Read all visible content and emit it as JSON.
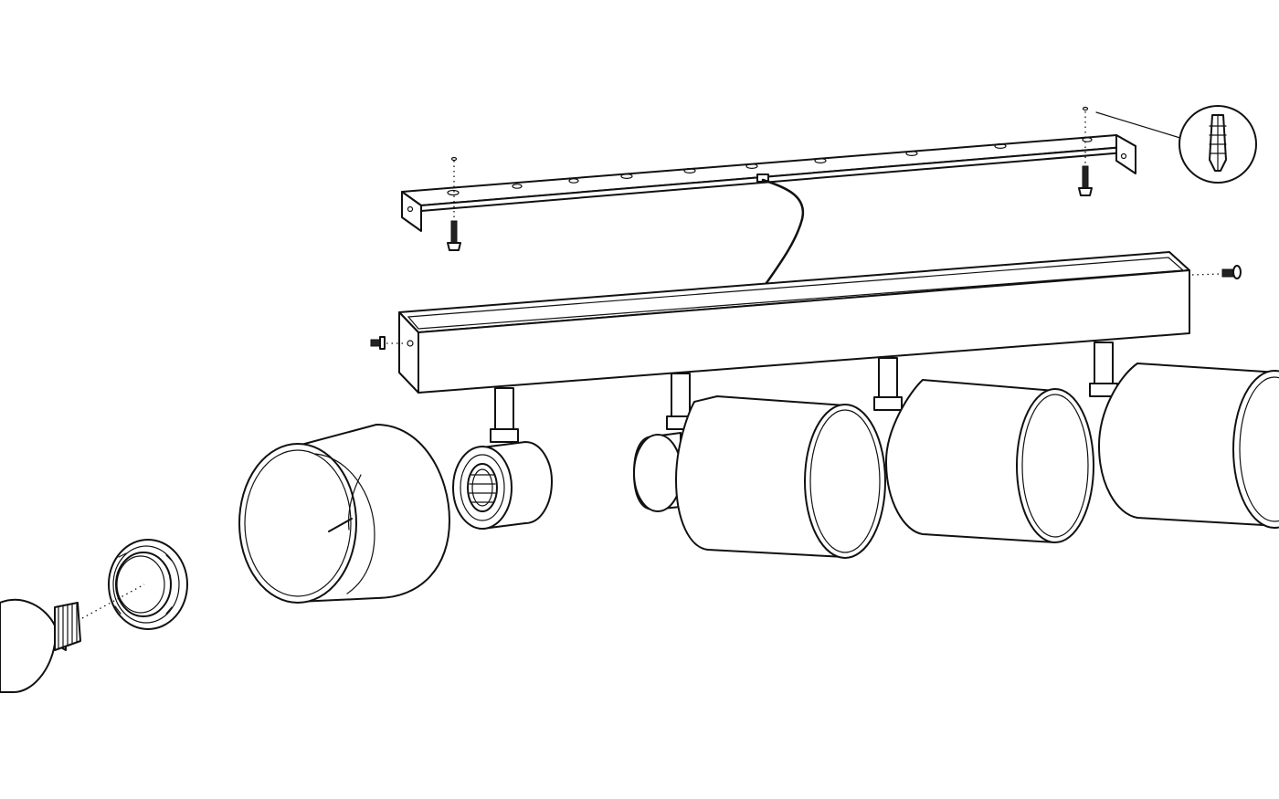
{
  "diagram": {
    "kind": "exploded assembly view",
    "colors": {
      "line": "#111111",
      "background": "#ffffff"
    },
    "parts": [
      "mounting-bracket",
      "bracket-screw",
      "wall-plug",
      "wall-plug-detail",
      "power-cable",
      "light-bar-housing",
      "end-cap-screw",
      "spot-stem",
      "lamp-holder",
      "shade-ring",
      "spot-shade",
      "light-bulb"
    ]
  }
}
